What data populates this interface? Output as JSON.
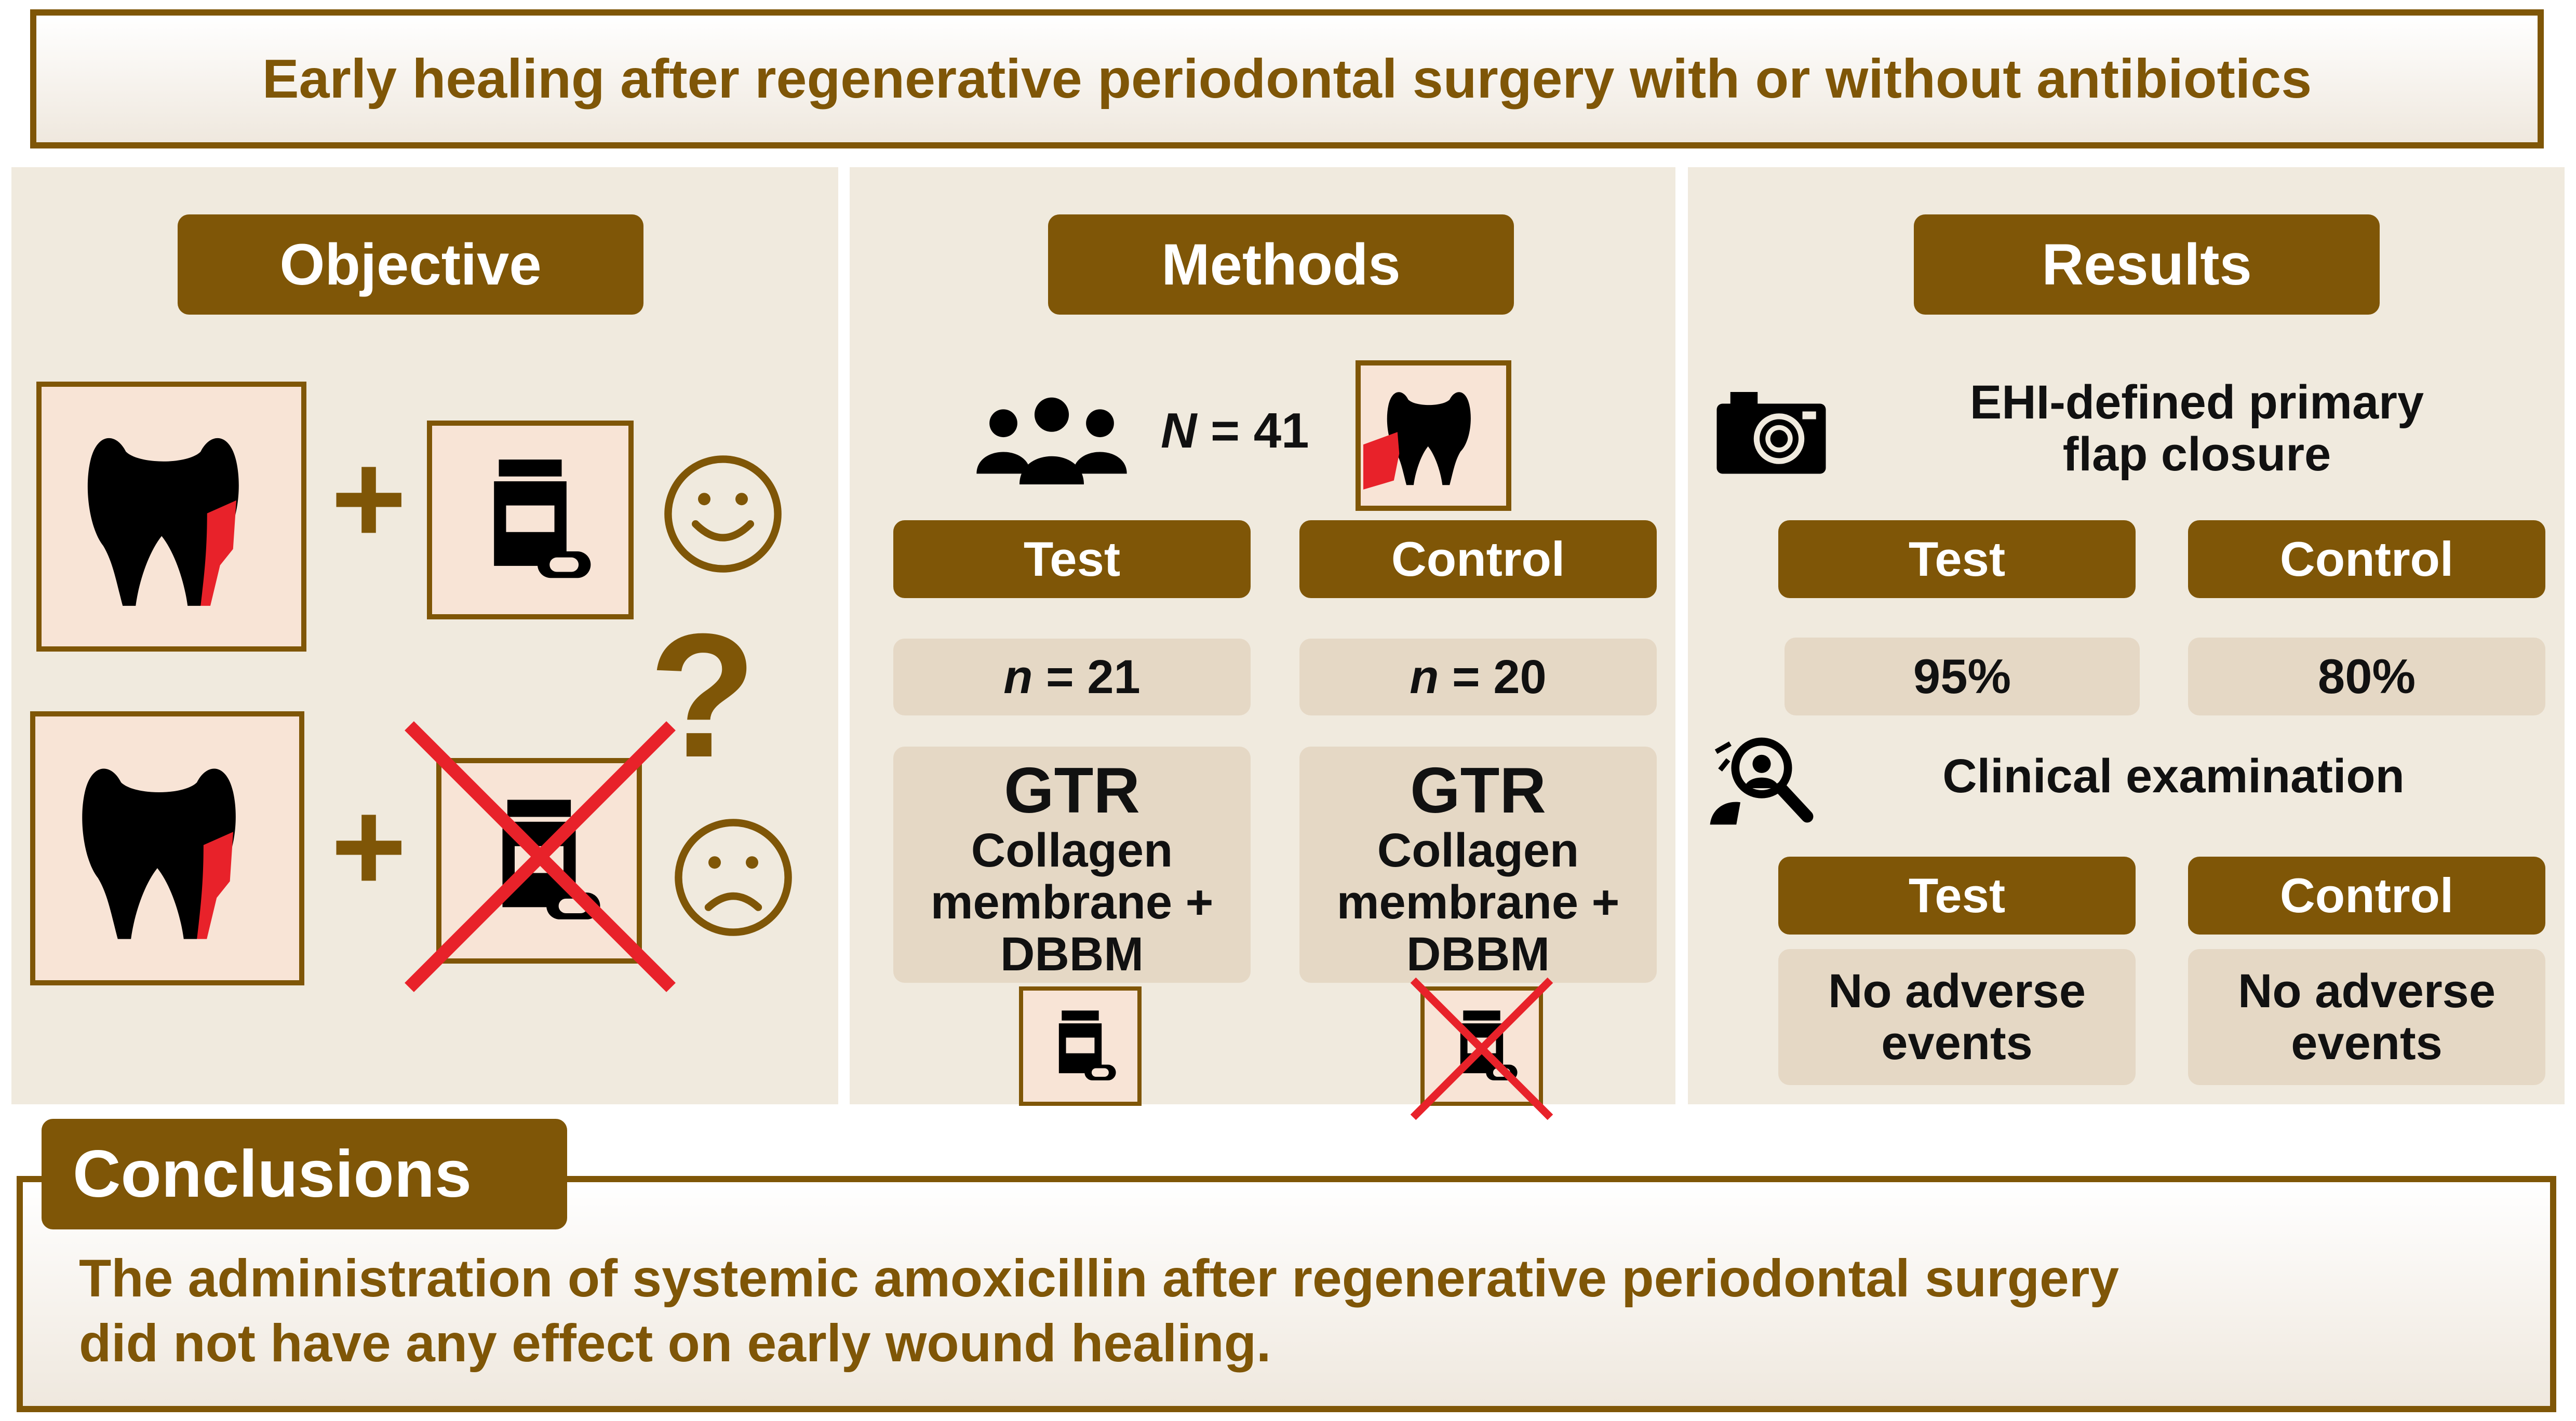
{
  "title": "Early healing after regenerative periodontal surgery with or without antibiotics",
  "objective": {
    "heading": "Objective",
    "plus": "+",
    "question": "?",
    "icons": [
      "tooth-with-defect-icon",
      "antibiotic-pill-bottle-icon",
      "smiley-face-icon",
      "crossed-out-pill-bottle-icon",
      "sad-face-icon",
      "question-mark-icon"
    ]
  },
  "methods": {
    "heading": "Methods",
    "n_symbol": "N",
    "n_rest": " = 41",
    "groups": [
      {
        "label": "Test",
        "n_symbol": "n",
        "n_rest": " = 21",
        "treatment_title": "GTR",
        "treatment_lines": [
          "Collagen",
          "membrane +",
          "DBBM"
        ]
      },
      {
        "label": "Control",
        "n_symbol": "n",
        "n_rest": " = 20",
        "treatment_title": "GTR",
        "treatment_lines": [
          "Collagen",
          "membrane +",
          "DBBM"
        ]
      }
    ]
  },
  "results": {
    "heading": "Results",
    "ehi_label_lines": [
      "EHI-defined primary",
      "flap closure"
    ],
    "primary_flap_closure": [
      {
        "label": "Test",
        "value": "95%"
      },
      {
        "label": "Control",
        "value": "80%"
      }
    ],
    "clinical_label": "Clinical examination",
    "clinical": [
      {
        "label": "Test",
        "lines": [
          "No adverse",
          "events"
        ]
      },
      {
        "label": "Control",
        "lines": [
          "No adverse",
          "events"
        ]
      }
    ]
  },
  "conclusions": {
    "heading": "Conclusions",
    "lines": [
      "The administration of systemic amoxicillin after regenerative periodontal surgery",
      "did not have any effect on early wound healing."
    ]
  },
  "colors": {
    "brown": "#7f5607",
    "panel": "#f0eade",
    "tan_box": "#e5d8c5",
    "icon_bg": "#f8e4d6",
    "red": "#e8222a"
  }
}
